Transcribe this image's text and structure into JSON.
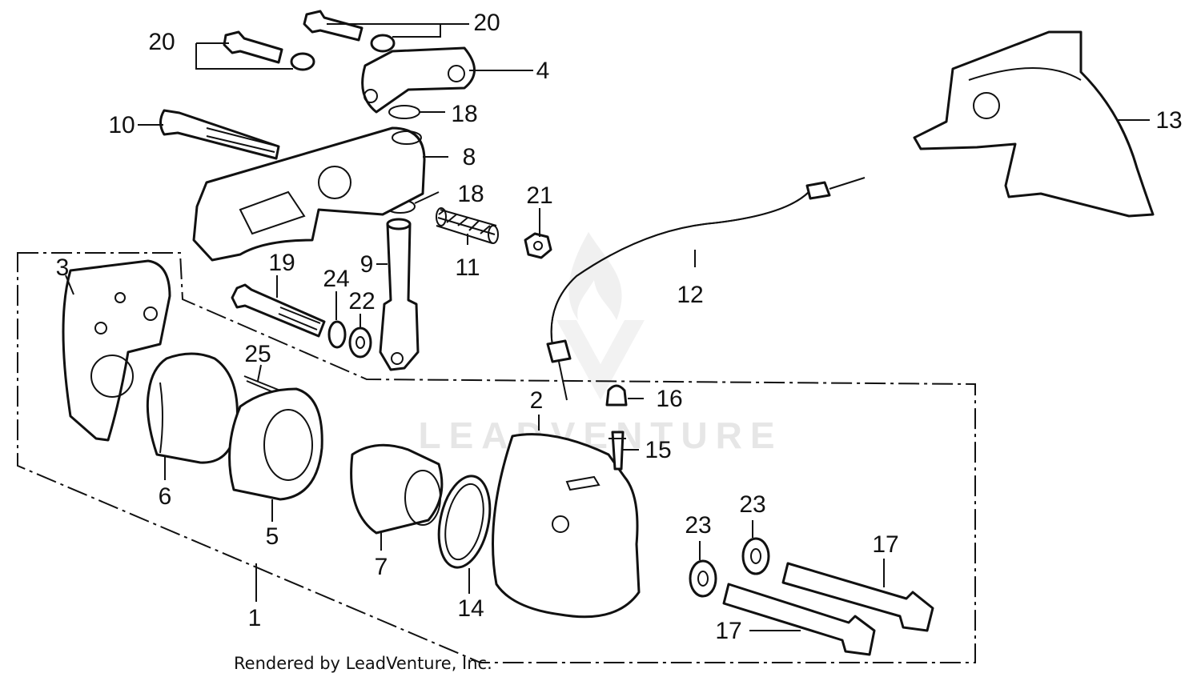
{
  "diagram": {
    "callouts": {
      "c1": "1",
      "c2": "2",
      "c3": "3",
      "c4": "4",
      "c5": "5",
      "c6": "6",
      "c7": "7",
      "c8": "8",
      "c9": "9",
      "c10": "10",
      "c11": "11",
      "c12": "12",
      "c13": "13",
      "c14": "14",
      "c15": "15",
      "c16": "16",
      "c17a": "17",
      "c17b": "17",
      "c18a": "18",
      "c18b": "18",
      "c19": "19",
      "c20a": "20",
      "c20b": "20",
      "c21": "21",
      "c22": "22",
      "c23a": "23",
      "c23b": "23",
      "c24": "24",
      "c25": "25"
    },
    "watermark": "LEADVENTURE",
    "footer": "Rendered by LeadVenture, Inc."
  }
}
